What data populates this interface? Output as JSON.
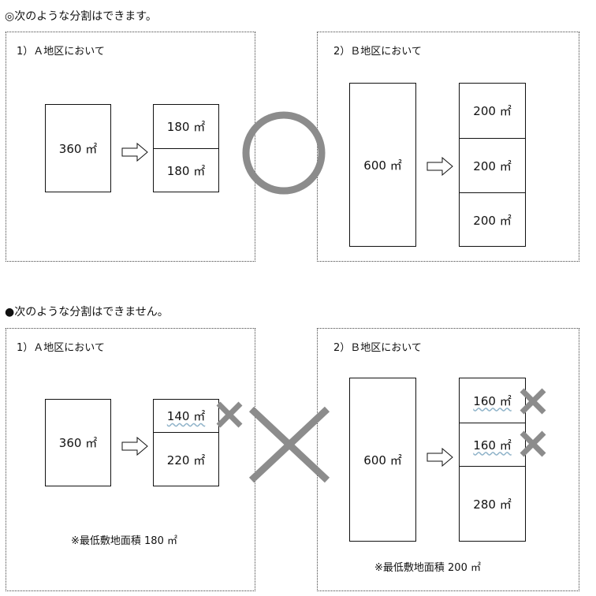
{
  "top": {
    "heading": "◎次のような分割はできます。",
    "panelA": {
      "title": "1）Ａ地区において",
      "before": "360 ㎡",
      "after": [
        "180 ㎡",
        "180 ㎡"
      ]
    },
    "panelB": {
      "title": "2）Ｂ地区において",
      "before": "600 ㎡",
      "after": [
        "200 ㎡",
        "200 ㎡",
        "200 ㎡"
      ]
    }
  },
  "bottom": {
    "heading": "●次のような分割はできません。",
    "panelA": {
      "title": "1）Ａ地区において",
      "before": "360 ㎡",
      "after": [
        "140 ㎡",
        "220 ㎡"
      ],
      "note": "※最低敷地面積 180 ㎡"
    },
    "panelB": {
      "title": "2）Ｂ地区において",
      "before": "600 ㎡",
      "after": [
        "160 ㎡",
        "160 ㎡",
        "280 ㎡"
      ],
      "note": "※最低敷地面積 200 ㎡"
    }
  },
  "colors": {
    "mark": "#8c8c8c",
    "line": "#111111"
  }
}
